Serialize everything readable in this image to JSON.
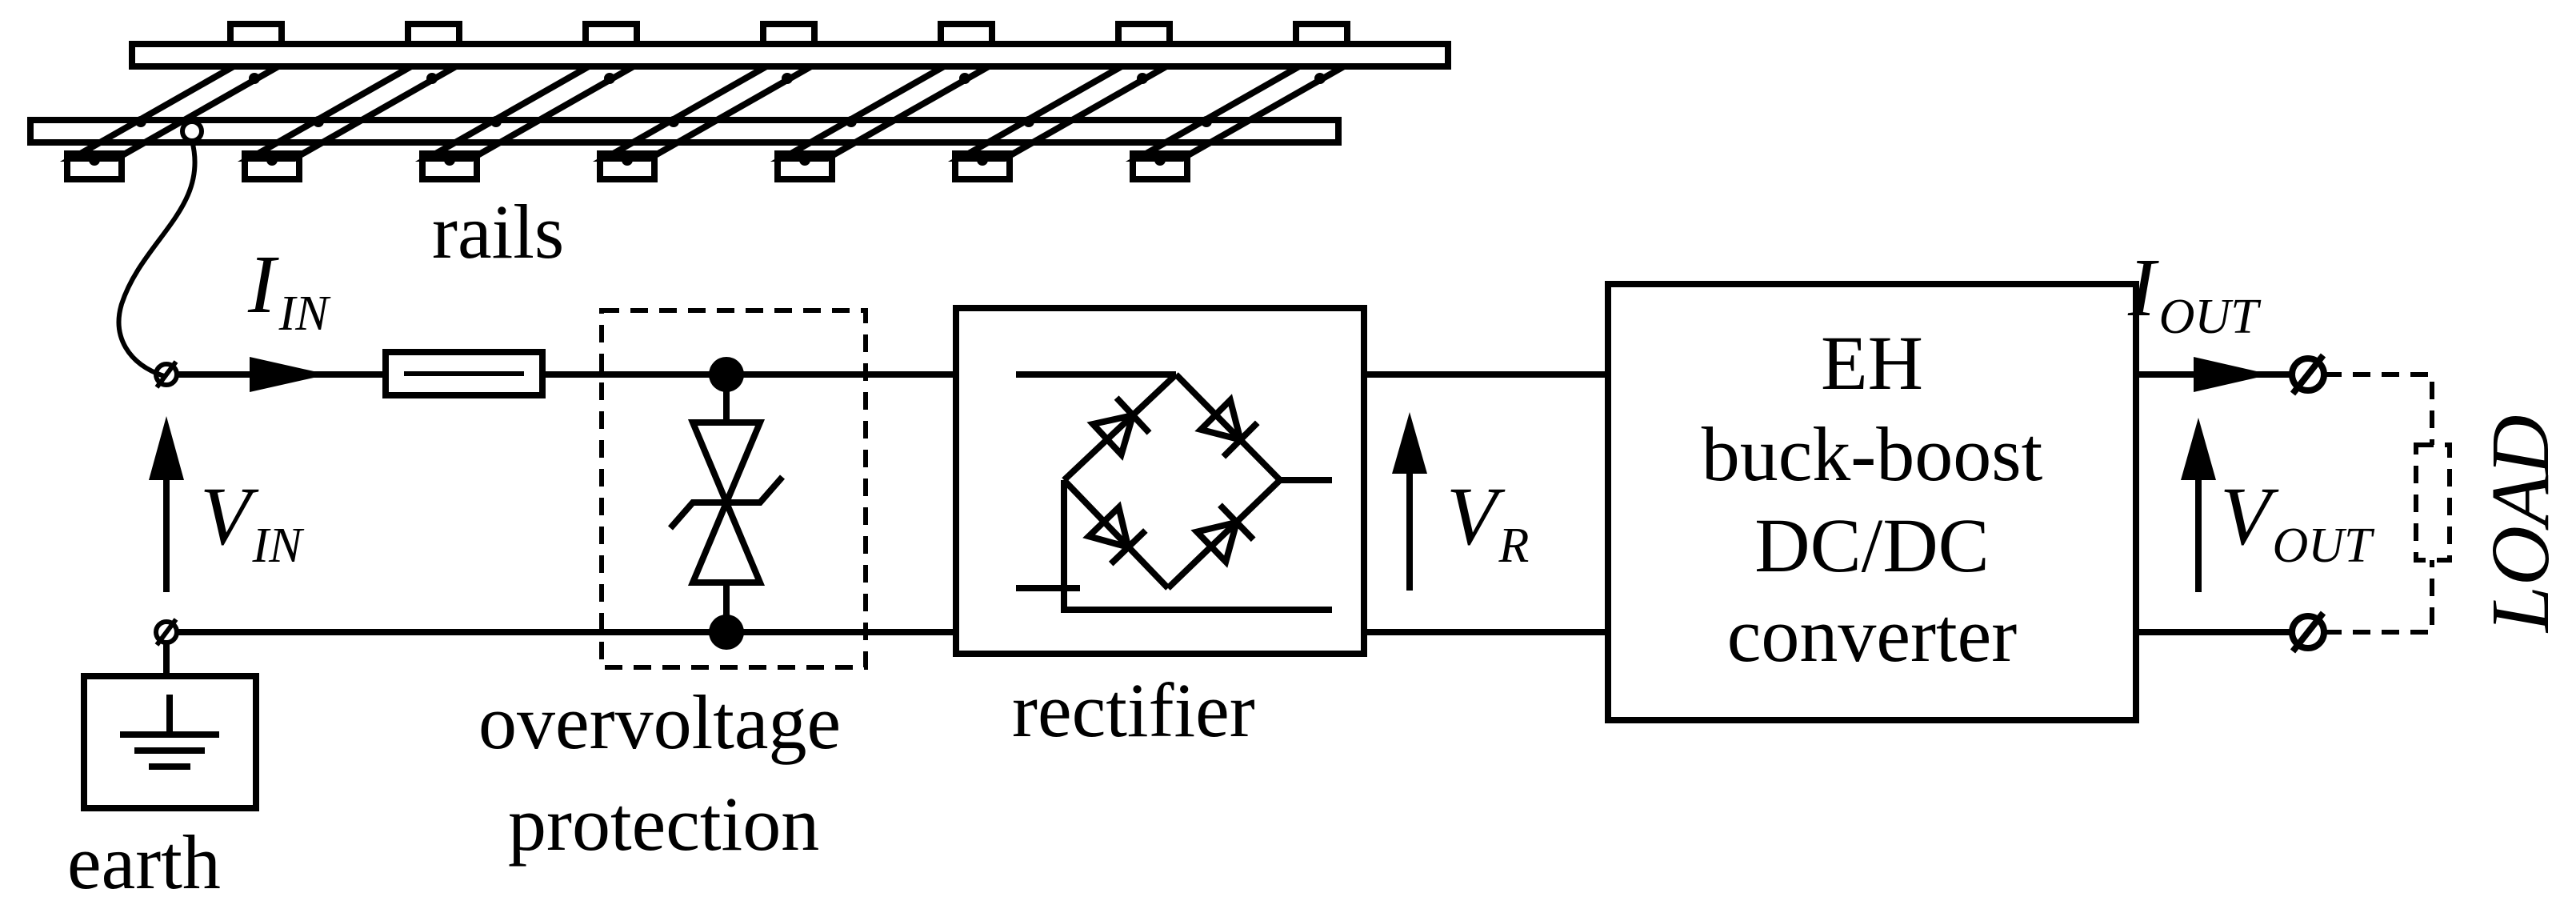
{
  "labels": {
    "rails": "rails",
    "earth": "earth",
    "overvoltage_line1": "overvoltage",
    "overvoltage_line2": "protection",
    "rectifier": "rectifier",
    "converter": [
      "EH",
      "buck-boost",
      "DC/DC",
      "converter"
    ],
    "load": "LOAD"
  },
  "symbols": {
    "i_in": {
      "main": "I",
      "sub": "IN"
    },
    "v_in": {
      "main": "V",
      "sub": "IN"
    },
    "v_r": {
      "main": "V",
      "sub": "R"
    },
    "i_out": {
      "main": "I",
      "sub": "OUT"
    },
    "v_out": {
      "main": "V",
      "sub": "OUT"
    }
  },
  "colors": {
    "ink": "#000000",
    "background": "#ffffff"
  }
}
